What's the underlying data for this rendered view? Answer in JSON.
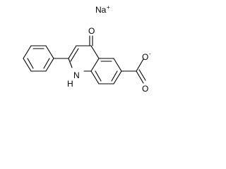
{
  "structure": {
    "counterion": {
      "symbol": "Na",
      "charge": "+"
    },
    "ketone_oxygen": "O",
    "ring_nitrogen": "N",
    "ring_hydrogen": "H",
    "carboxylate_double_oxygen": "O",
    "carboxylate_single_oxygen": "O",
    "carboxylate_charge": "-"
  }
}
